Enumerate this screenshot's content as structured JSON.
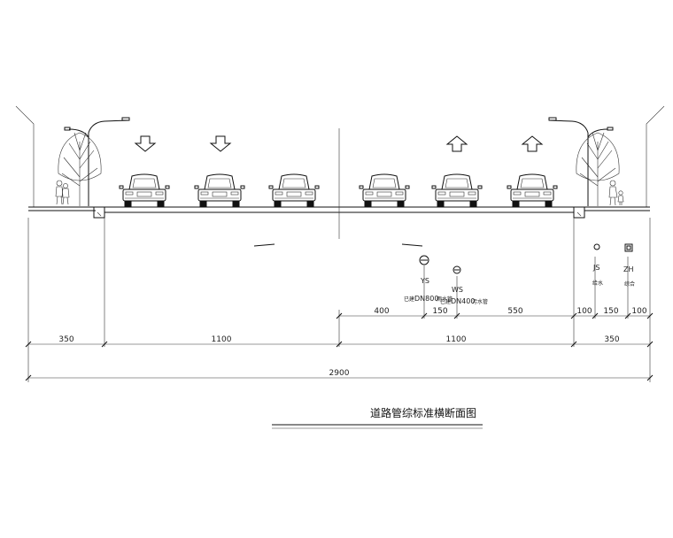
{
  "title": "道路管综标准横断面图",
  "pipes": [
    {
      "code": "YS",
      "desc": "雨水",
      "size_label": "DN800"
    },
    {
      "code": "WS",
      "desc": "污水",
      "size_label": "DN400"
    },
    {
      "code": "JS",
      "desc": "给水"
    },
    {
      "code": "ZH",
      "desc": "综合"
    }
  ],
  "pipe_text": {
    "ys_prefix": "已建",
    "ys_suffix": "雨水管",
    "ws_prefix": "已建",
    "ws_suffix": "污水管"
  },
  "dimensions": {
    "pipe_row": [
      "400",
      "150",
      "550",
      "100",
      "150",
      "100"
    ],
    "segment_row": [
      "350",
      "1100",
      "1100",
      "350"
    ],
    "total": "2900"
  },
  "traffic_arrows": [
    "down",
    "down",
    "up",
    "up"
  ]
}
